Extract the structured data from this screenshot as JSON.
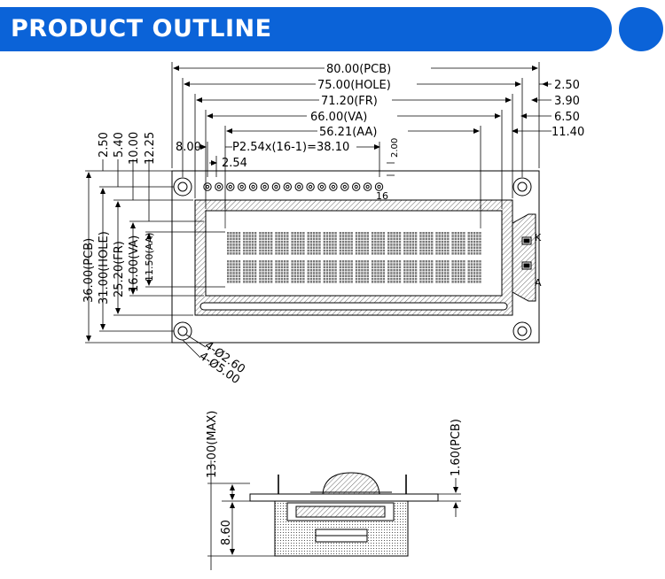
{
  "header": {
    "title": "PRODUCT OUTLINE"
  },
  "colors": {
    "accent": "#0b63d8",
    "line": "#000000"
  },
  "top_dims": {
    "pcb_width": "80.00(PCB)",
    "hole_width": "75.00(HOLE)",
    "fr_width": "71.20(FR)",
    "va_width": "66.00(VA)",
    "aa_width": "56.21(AA)",
    "right_2_50": "2.50",
    "right_3_90": "3.90",
    "right_6_50": "6.50",
    "right_11_40": "11.40",
    "pin_offset": "8.00",
    "pin_pitch_total": "P2.54x(16-1)=38.10",
    "pin_pitch": "2.54",
    "pin_height": "2.00",
    "pin_last": "16"
  },
  "left_dims": {
    "d_2_50": "2.50",
    "d_5_40": "5.40",
    "d_10_00": "10.00",
    "d_12_25": "12.25",
    "pcb_height": "36.00(PCB)",
    "hole_height": "31.00(HOLE)",
    "fr_height": "25.20(FR)",
    "va_height": "16.00(VA)",
    "aa_height": "11.50(AA)"
  },
  "hole_dims": {
    "inner": "4-Ø2.60",
    "outer": "4-Ø5.00"
  },
  "backlight_labels": {
    "k": "K",
    "a": "A"
  },
  "side_view": {
    "max_height": "13.00(MAX)",
    "pcb_thickness": "1.60(PCB)",
    "body_height": "8.60"
  }
}
